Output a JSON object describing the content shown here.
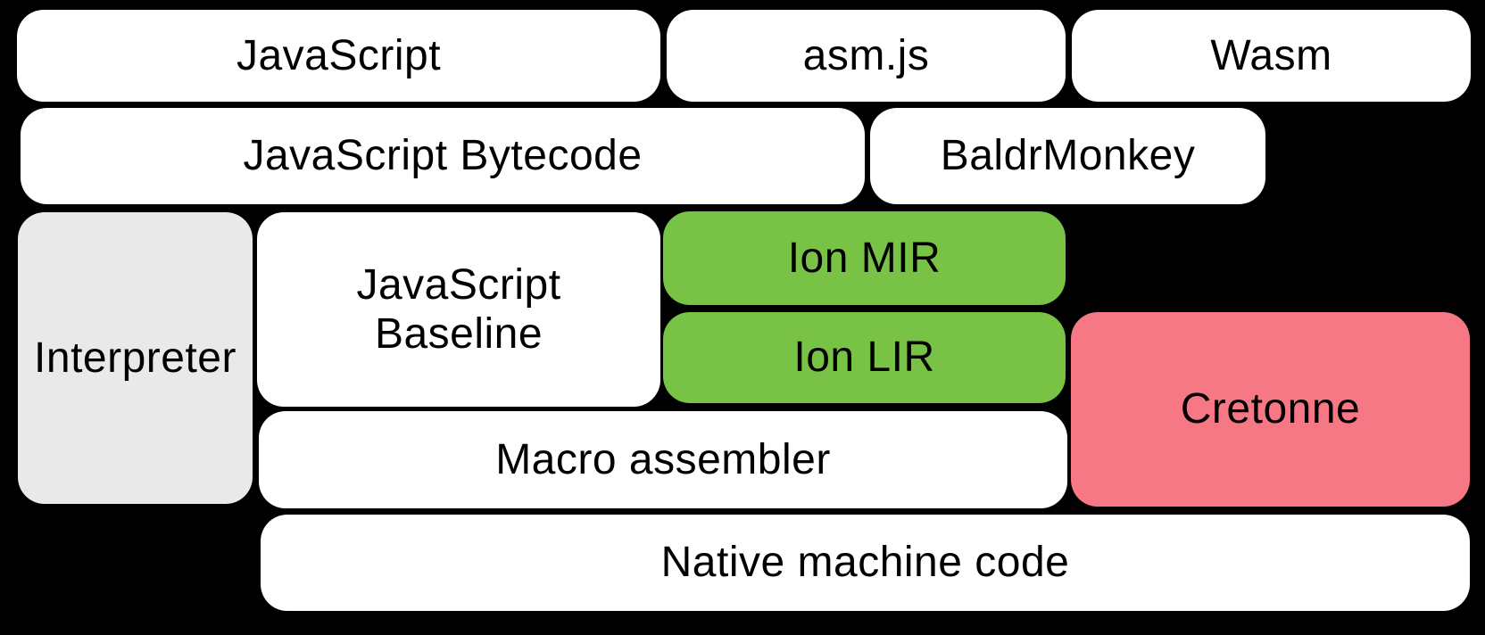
{
  "diagram": {
    "background_color": "#000000",
    "text_color": "#000000",
    "colors": {
      "white": "#FFFFFF",
      "gray": "#E9E9E9",
      "green": "#78C245",
      "pink": "#F67885"
    },
    "boxes": {
      "javascript": {
        "label": "JavaScript",
        "fill": "white"
      },
      "asmjs": {
        "label": "asm.js",
        "fill": "white"
      },
      "wasm": {
        "label": "Wasm",
        "fill": "white"
      },
      "bytecode": {
        "label": "JavaScript Bytecode",
        "fill": "white"
      },
      "baldrmonkey": {
        "label": "BaldrMonkey",
        "fill": "white"
      },
      "interpreter": {
        "label": "Interpreter",
        "fill": "gray"
      },
      "baseline": {
        "label": "JavaScript\nBaseline",
        "fill": "white"
      },
      "ionmir": {
        "label": "Ion MIR",
        "fill": "green"
      },
      "ionlir": {
        "label": "Ion LIR",
        "fill": "green"
      },
      "cretonne": {
        "label": "Cretonne",
        "fill": "pink"
      },
      "macroasm": {
        "label": "Macro assembler",
        "fill": "white"
      },
      "nativecode": {
        "label": "Native machine code",
        "fill": "white"
      }
    }
  }
}
